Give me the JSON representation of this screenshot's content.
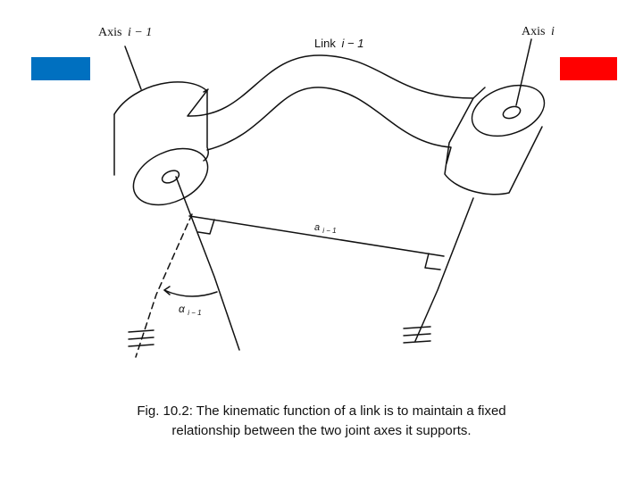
{
  "colors": {
    "left_bar": "#0070C0",
    "right_bar": "#FF0000",
    "line": "#111111"
  },
  "labels": {
    "axis_prev_word": "Axis",
    "axis_prev_sym": "i − 1",
    "axis_curr_word": "Axis",
    "axis_curr_sym": "i",
    "link_word": "Link",
    "link_sym": "i − 1",
    "a_symbol": "a",
    "a_subscript": "i − 1",
    "alpha_symbol": "α",
    "alpha_subscript": "i − 1"
  },
  "caption": {
    "line1": "Fig. 10.2: The kinematic function of a link is to maintain a fixed",
    "line2": "relationship between the two joint axes it supports."
  }
}
